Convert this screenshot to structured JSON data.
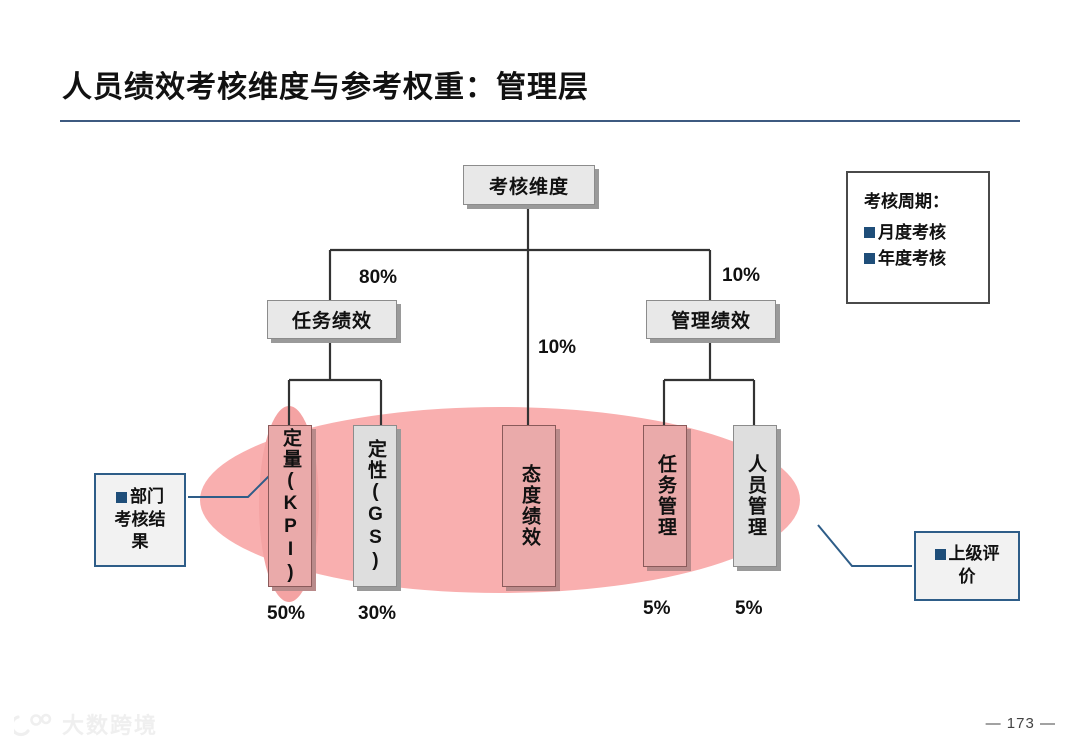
{
  "slide": {
    "title": "人员绩效考核维度与参考权重：管理层",
    "page_number": "— 173 —",
    "watermark_text": "大数跨境",
    "accent_color": "#3d5a80",
    "highlight_color": "#f9afaf",
    "bullet_color": "#1f4e79"
  },
  "diagram": {
    "root": {
      "label": "考核维度"
    },
    "branches": [
      {
        "label": "任务绩效",
        "weight": "80%"
      },
      {
        "label": "管理绩效",
        "weight": "10%"
      }
    ],
    "center_weight": "10%",
    "leaves": [
      {
        "label": "定量（KPI）",
        "text": "定量(KPI)",
        "weight": "50%"
      },
      {
        "label": "定性（GS）",
        "text": "定性(GS)",
        "weight": "30%"
      },
      {
        "label": "态度绩效",
        "text": "态度绩效",
        "weight": ""
      },
      {
        "label": "任务管理",
        "text": "任务管理",
        "weight": "5%"
      },
      {
        "label": "人员管理",
        "text": "人员管理",
        "weight": "5%"
      }
    ]
  },
  "legend": {
    "title": "考核周期：",
    "items": [
      {
        "label": "月度考核"
      },
      {
        "label": "年度考核"
      }
    ]
  },
  "callouts": {
    "left": {
      "line1": "部门",
      "line2": "考核结",
      "line3": "果"
    },
    "right": {
      "line1": "上级评",
      "line2": "价"
    }
  }
}
